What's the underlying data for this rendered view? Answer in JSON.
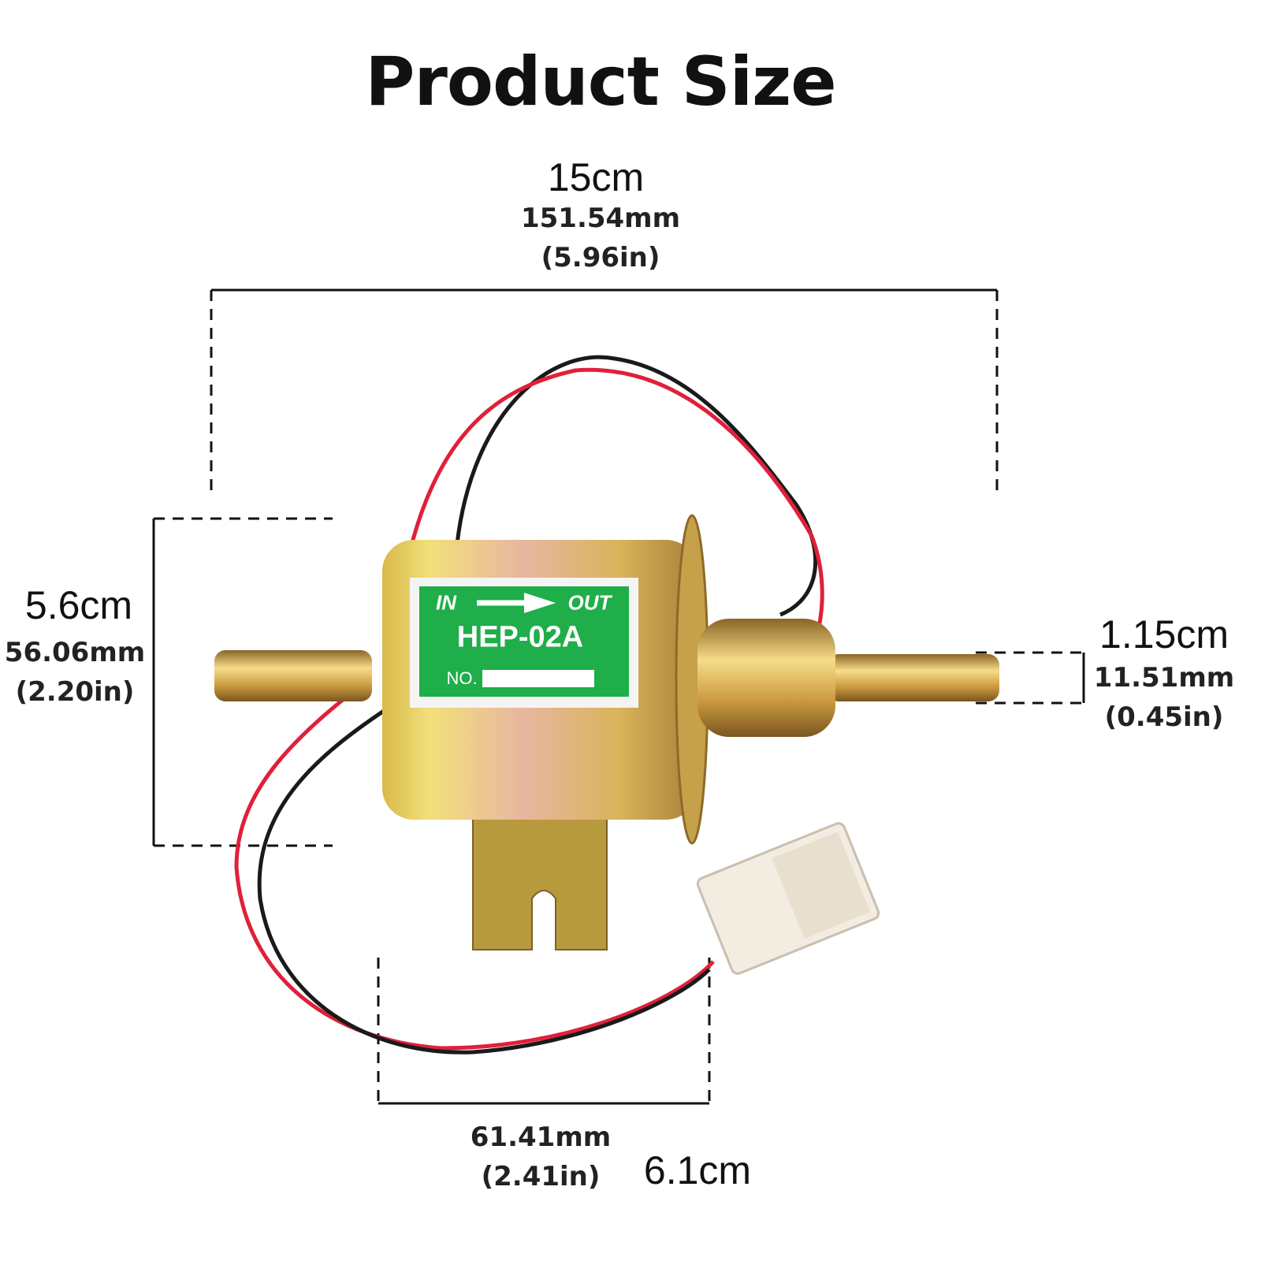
{
  "title": "Product Size",
  "dimensions": {
    "length": {
      "cm": "15cm",
      "mm": "151.54mm",
      "in": "(5.96in)"
    },
    "height": {
      "cm": "5.6cm",
      "mm": "56.06mm",
      "in": "(2.20in)"
    },
    "nozzle": {
      "cm": "1.15cm",
      "mm": "11.51mm",
      "in": "(0.45in)"
    },
    "wire": {
      "cm": "6.1cm",
      "mm": "61.41mm",
      "in": "(2.41in)"
    }
  },
  "label": {
    "in": "IN",
    "out": "OUT",
    "model": "HEP-02A",
    "no": "NO."
  },
  "colors": {
    "label_green": "#1fae4a",
    "wire_red": "#e0203a",
    "wire_black": "#1a1a1a",
    "gold": "#c9a445"
  }
}
